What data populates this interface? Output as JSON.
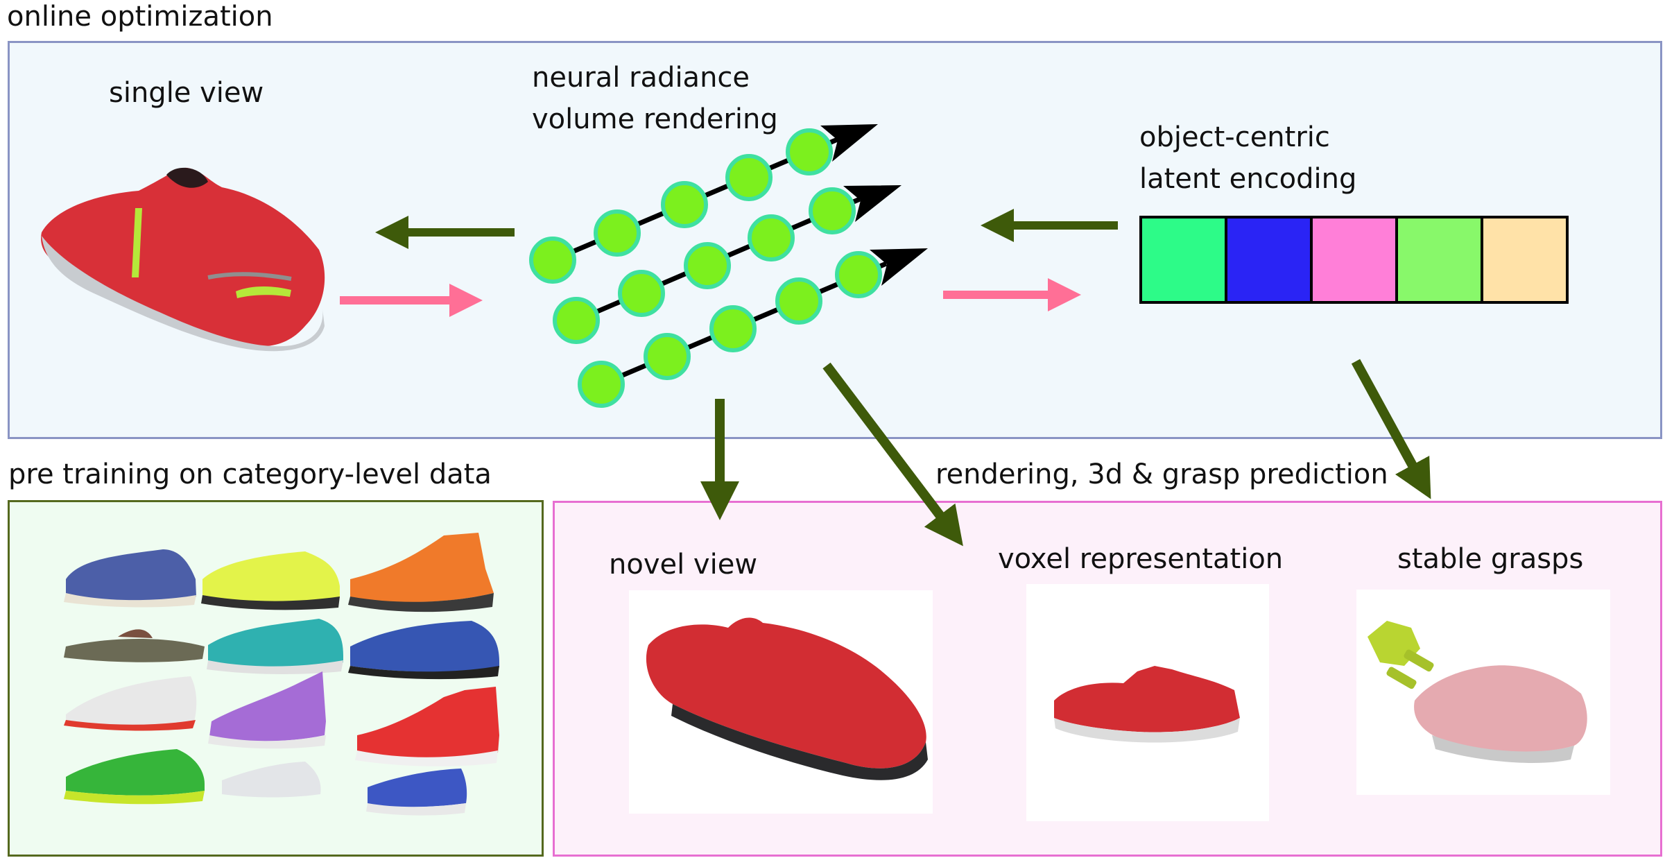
{
  "labels": {
    "online_optimization": "online optimization",
    "single_view": "single view",
    "nerf_line1": "neural radiance",
    "nerf_line2": "volume rendering",
    "latent_line1": "object-centric",
    "latent_line2": "latent encoding",
    "pretraining": "pre training on category-level data",
    "outputs": "rendering, 3d & grasp prediction",
    "novel_view": "novel view",
    "voxel": "voxel representation",
    "grasps": "stable grasps"
  },
  "latent_code_colors": [
    "#2dfb88",
    "#2a24f5",
    "#ff7fd8",
    "#88f86a",
    "#ffe2a8"
  ],
  "colors": {
    "forward_arrow": "#3e5a0a",
    "backward_arrow": "#ff6f96",
    "sample_point": "#7cf01e",
    "sample_point_rim": "#3fe0a0",
    "ray_arrowhead": "#000000",
    "shoe_red": "#d83038"
  },
  "icons": {
    "input_shoe": "red-running-shoe-photo",
    "catalog": "shoe-category-catalog",
    "novel_view": "rendered-red-shoe",
    "voxel": "voxelized-shoe",
    "grasp": "shoe-with-gripper"
  }
}
